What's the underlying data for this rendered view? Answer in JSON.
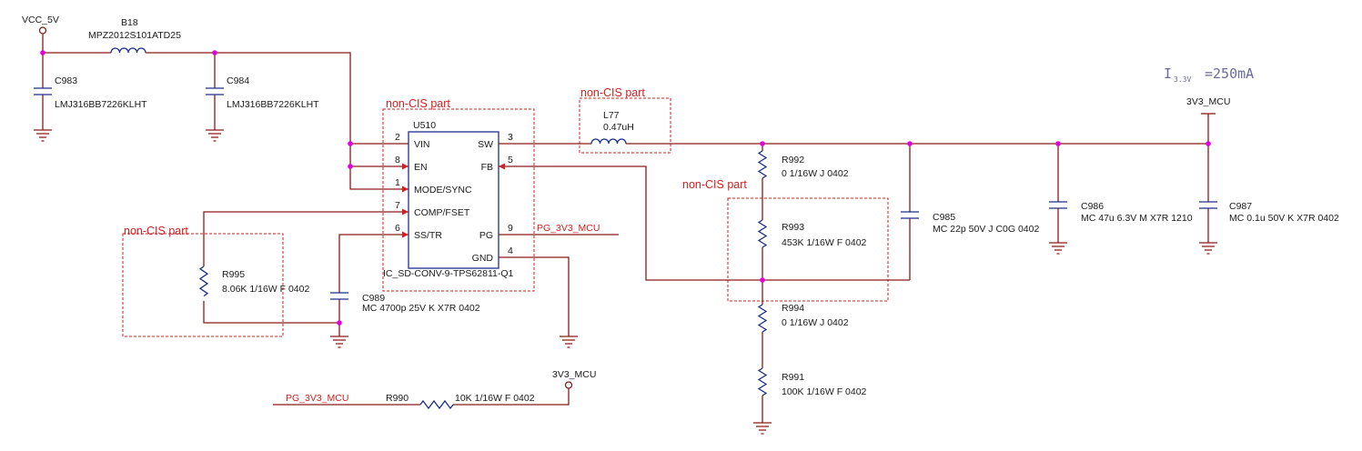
{
  "labels": {
    "vcc_5v": "VCC_5V",
    "b18_ref": "B18",
    "b18_part": "MPZ2012S101ATD25",
    "c983_ref": "C983",
    "c983_part": "LMJ316BB7226KLHT",
    "c984_ref": "C984",
    "c984_part": "LMJ316BB7226KLHT",
    "noncis_1": "non-CIS part",
    "noncis_2": "non-CIS part",
    "noncis_3": "non-CIS part",
    "noncis_4": "non-CIS part",
    "u510_ref": "U510",
    "u510_part": "IC_SD-CONV-9-TPS62811-Q1",
    "pin_vin": "VIN",
    "pin_en": "EN",
    "pin_mode": "MODE/SYNC",
    "pin_comp": "COMP/FSET",
    "pin_ss": "SS/TR",
    "pin_sw": "SW",
    "pin_fb": "FB",
    "pin_pg": "PG",
    "pin_gnd": "GND",
    "pn_2": "2",
    "pn_8": "8",
    "pn_1": "1",
    "pn_7": "7",
    "pn_6": "6",
    "pn_3": "3",
    "pn_5": "5",
    "pn_9": "9",
    "pn_4": "4",
    "l77_ref": "L77",
    "l77_val": "0.47uH",
    "pg_net_1": "PG_3V3_MCU",
    "pg_net_2": "PG_3V3_MCU",
    "r992_ref": "R992",
    "r992_val": "0 1/16W J 0402",
    "r993_ref": "R993",
    "r993_val": "453K 1/16W F 0402",
    "r994_ref": "R994",
    "r994_val": "0 1/16W J 0402",
    "r991_ref": "R991",
    "r991_val": "100K 1/16W F 0402",
    "r995_ref": "R995",
    "r995_val": "8.06K 1/16W F 0402",
    "r990_ref": "R990",
    "r990_val": "10K 1/16W F 0402",
    "c985_ref": "C985",
    "c985_val": "MC 22p 50V J C0G 0402",
    "c986_ref": "C986",
    "c986_val": "MC 47u 6.3V M X7R 1210",
    "c987_ref": "C987",
    "c987_val": "MC 0.1u 50V K X7R 0402",
    "c989_ref": "C989",
    "c989_val": "MC 4700p 25V K X7R 0402",
    "v3v3_mcu_1": "3V3_MCU",
    "v3v3_mcu_2": "3V3_MCU",
    "current_main": "I",
    "current_sub": "3.3V",
    "current_val": "=250mA"
  },
  "colors": {
    "wire": "#8b1a1a",
    "component": "#1c2f8a",
    "annotation": "#d02020",
    "junction": "#e000e0"
  }
}
